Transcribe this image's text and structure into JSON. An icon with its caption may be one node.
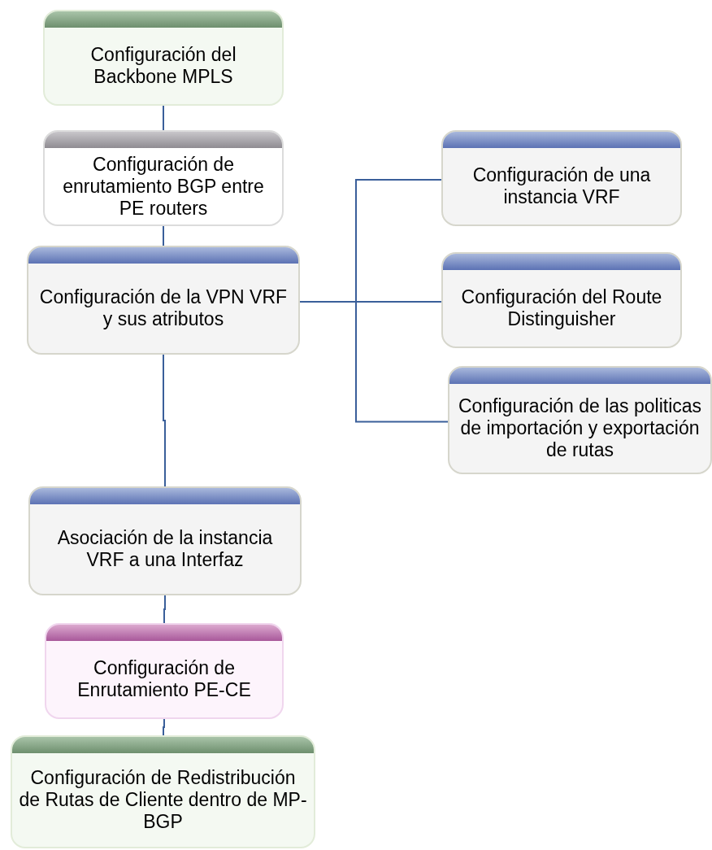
{
  "diagram": {
    "nodes": [
      {
        "text": [
          "Configuración del Backbone MPLS"
        ]
      },
      {
        "text": [
          "Configuración de enrutamiento BGP entre PE routers"
        ]
      },
      {
        "text": [
          "Configuración de la VPN VRF y sus atributos"
        ]
      },
      {
        "text": [
          "Configuración de una instancia VRF"
        ]
      },
      {
        "text": [
          "Configuración del Route Distinguisher"
        ]
      },
      {
        "text": [
          "Configuración de las politicas de importación y exportación de rutas"
        ]
      },
      {
        "text": [
          "Asociación de la instancia VRF a una Interfaz"
        ]
      },
      {
        "text": [
          "Configuración de Enrutamiento PE-CE"
        ]
      },
      {
        "text": [
          "Configuración de Redistribución de Rutas de Cliente dentro de MP-BGP"
        ]
      }
    ],
    "edges": [
      {
        "from": 0,
        "to": 1,
        "arrow": "none"
      },
      {
        "from": 1,
        "to": 2,
        "arrow": "none"
      },
      {
        "from": 2,
        "to": 3,
        "arrow": "none"
      },
      {
        "from": 2,
        "to": 4,
        "arrow": "none"
      },
      {
        "from": 2,
        "to": 5,
        "arrow": "none"
      },
      {
        "from": 2,
        "to": 6,
        "arrow": "none"
      },
      {
        "from": 6,
        "to": 7,
        "arrow": "none"
      },
      {
        "from": 7,
        "to": 8,
        "arrow": "none"
      }
    ]
  }
}
